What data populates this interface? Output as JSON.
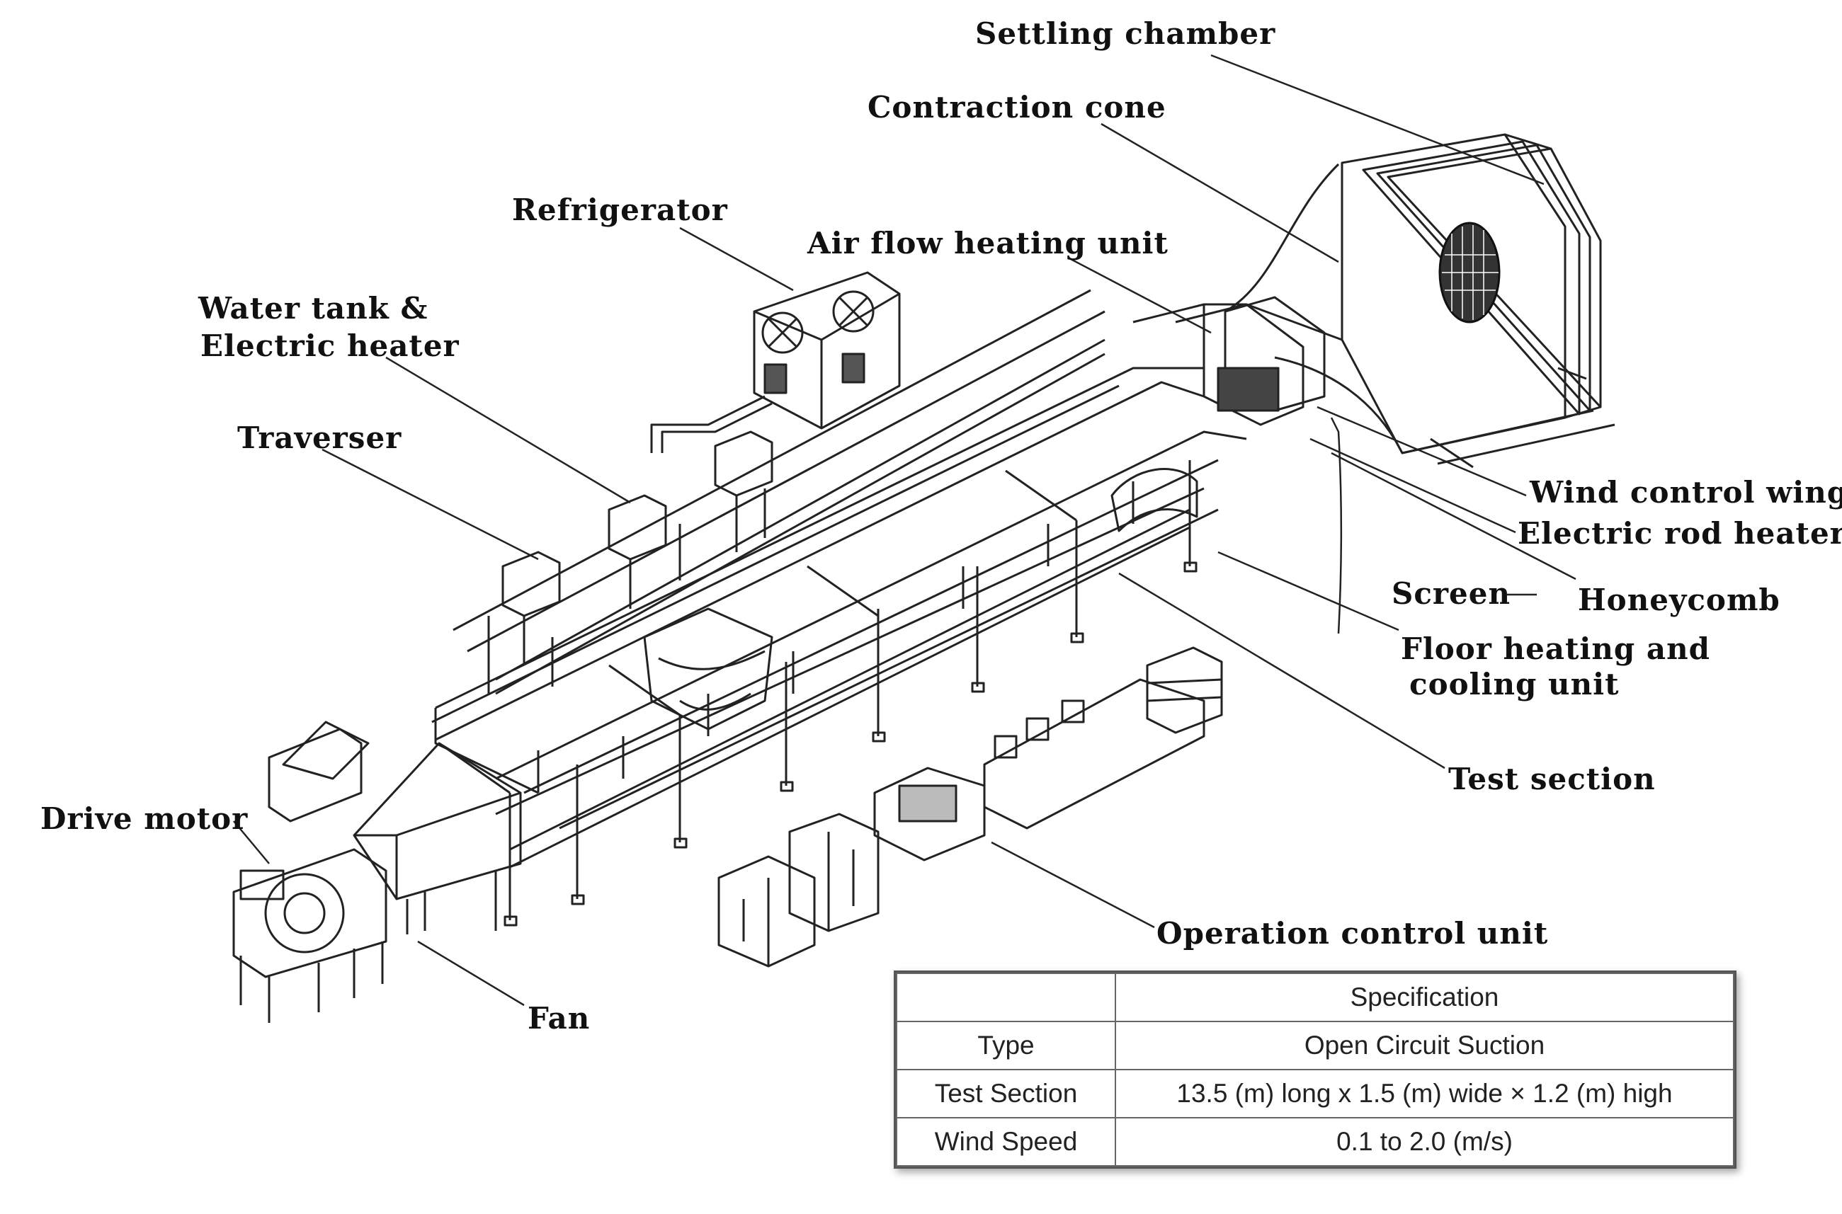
{
  "labels": {
    "settling_chamber": "Settling chamber",
    "contraction_cone": "Contraction cone",
    "refrigerator": "Refrigerator",
    "air_flow_heating_unit": "Air flow heating unit",
    "water_tank_line1": "Water tank  &",
    "water_tank_line2": "Electric heater",
    "traverser": "Traverser",
    "wind_control_wing": "Wind control wing",
    "electric_rod_heater": "Electric rod heater",
    "screen": "Screen",
    "honeycomb": "Honeycomb",
    "floor_heating_line1": "Floor heating and",
    "floor_heating_line2": "cooling unit",
    "test_section": "Test section",
    "drive_motor": "Drive motor",
    "operation_control_unit": "Operation control unit",
    "fan": "Fan"
  },
  "spec_table": {
    "header": [
      "",
      "Specification"
    ],
    "rows": [
      {
        "name": "Type",
        "value": "Open Circuit Suction"
      },
      {
        "name": "Test Section",
        "value": "13.5 (m) long x 1.5 (m) wide × 1.2 (m) high"
      },
      {
        "name": "Wind Speed",
        "value": "0.1 to 2.0 (m/s)"
      }
    ]
  }
}
